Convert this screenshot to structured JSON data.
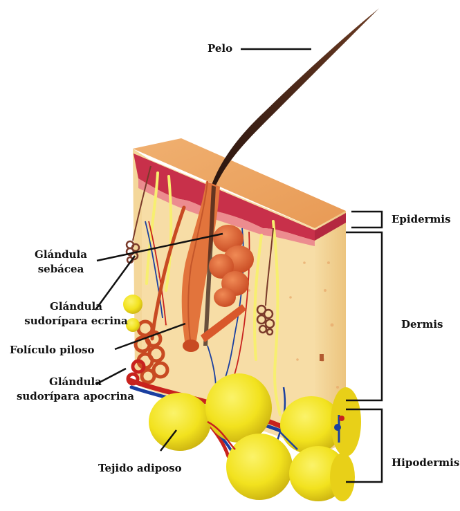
{
  "diagram": {
    "labels": {
      "pelo": "Pelo",
      "glandula_sebacea_1": "Glándula",
      "glandula_sebacea_2": "sebácea",
      "glandula_ecrina_1": "Glándula",
      "glandula_ecrina_2": "sudorípara ecrina",
      "foliculo": "Folículo piloso",
      "glandula_apocrina_1": "Glándula",
      "glandula_apocrina_2": "sudorípara apocrina",
      "tejido": "Tejido adiposo",
      "epidermis": "Epidermis",
      "dermis": "Dermis",
      "hipodermis": "Hipodermis"
    },
    "colors": {
      "epidermis_top": "#e8a35c",
      "epidermis_red": "#c8304a",
      "dermis": "#f5d9a0",
      "dermis_side": "#f0c98a",
      "follicle": "#e2743c",
      "gland": "#d9582b",
      "hair": "#3a2018",
      "fat": "#f2e21e",
      "vessel_red": "#c8221e",
      "vessel_blue": "#1a3fa0",
      "nerve_yellow": "#f7ef70",
      "text": "#111111"
    }
  }
}
